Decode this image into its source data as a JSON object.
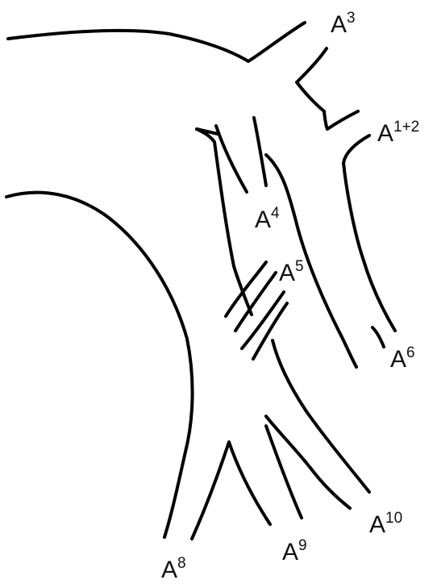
{
  "labels": {
    "a3": {
      "base": "A",
      "sup": "3"
    },
    "a12": {
      "base": "A",
      "sup": "1+2"
    },
    "a4": {
      "base": "A",
      "sup": "4"
    },
    "a5": {
      "base": "A",
      "sup": "5"
    },
    "a6": {
      "base": "A",
      "sup": "6"
    },
    "a8": {
      "base": "A",
      "sup": "8"
    },
    "a9": {
      "base": "A",
      "sup": "9"
    },
    "a10": {
      "base": "A",
      "sup": "10"
    }
  },
  "colors": {
    "stroke": "#000000",
    "background": "#ffffff"
  }
}
